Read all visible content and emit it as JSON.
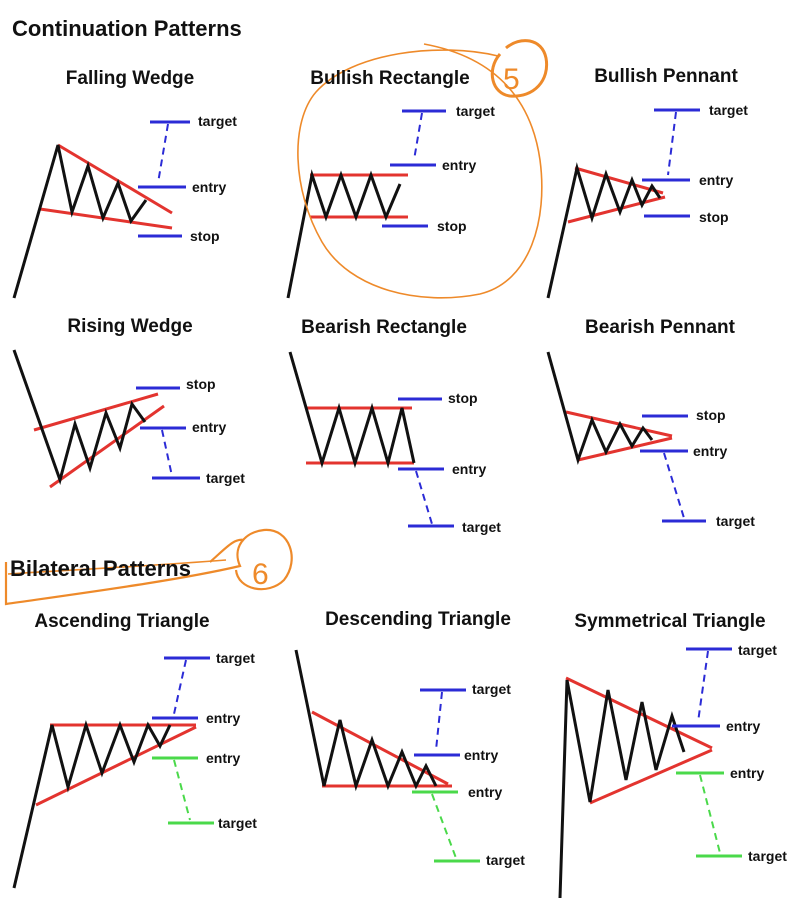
{
  "sections": {
    "continuation": "Continuation Patterns",
    "bilateral": "Bilateral Patterns"
  },
  "patterns": [
    {
      "title": "Falling Wedge",
      "levels": [
        "target",
        "entry",
        "stop"
      ]
    },
    {
      "title": "Bullish Rectangle",
      "levels": [
        "target",
        "entry",
        "stop"
      ]
    },
    {
      "title": "Bullish Pennant",
      "levels": [
        "target",
        "entry",
        "stop"
      ]
    },
    {
      "title": "Rising Wedge",
      "levels": [
        "stop",
        "entry",
        "target"
      ]
    },
    {
      "title": "Bearish Rectangle",
      "levels": [
        "stop",
        "entry",
        "target"
      ]
    },
    {
      "title": "Bearish Pennant",
      "levels": [
        "stop",
        "entry",
        "target"
      ]
    },
    {
      "title": "Ascending Triangle",
      "levels": [
        "target",
        "entry",
        "entry",
        "target"
      ]
    },
    {
      "title": "Descending Triangle",
      "levels": [
        "target",
        "entry",
        "entry",
        "target"
      ]
    },
    {
      "title": "Symmetrical Triangle",
      "levels": [
        "target",
        "entry",
        "entry",
        "target"
      ]
    }
  ],
  "annotations": [
    "5",
    "6"
  ],
  "colors": {
    "price": "#111111",
    "trendline": "#e3342f",
    "bullish_level": "#2b2bd6",
    "bearish_level": "#4ad94a",
    "handwriting": "#ee8a2a"
  }
}
